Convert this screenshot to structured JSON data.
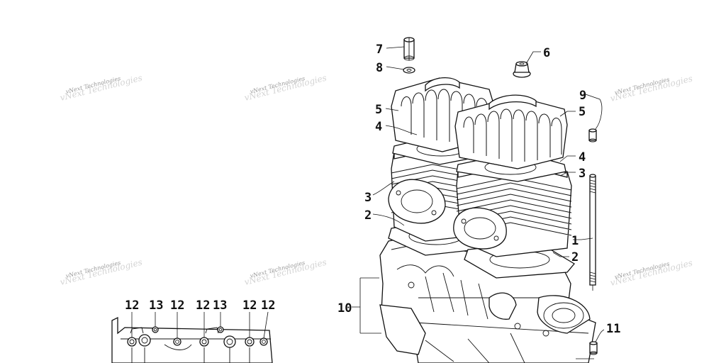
{
  "watermark": {
    "text": "vNext Technologies"
  },
  "callouts": {
    "c1": "1",
    "c2a": "2",
    "c2b": "2",
    "c3a": "3",
    "c3b": "3",
    "c4a": "4",
    "c4b": "4",
    "c5a": "5",
    "c5b": "5",
    "c6": "6",
    "c7": "7",
    "c8": "8",
    "c9": "9",
    "c10": "10",
    "c11": "11"
  },
  "bottom_callouts": [
    "12",
    "13",
    "12",
    "12",
    "13",
    "12",
    "12"
  ]
}
